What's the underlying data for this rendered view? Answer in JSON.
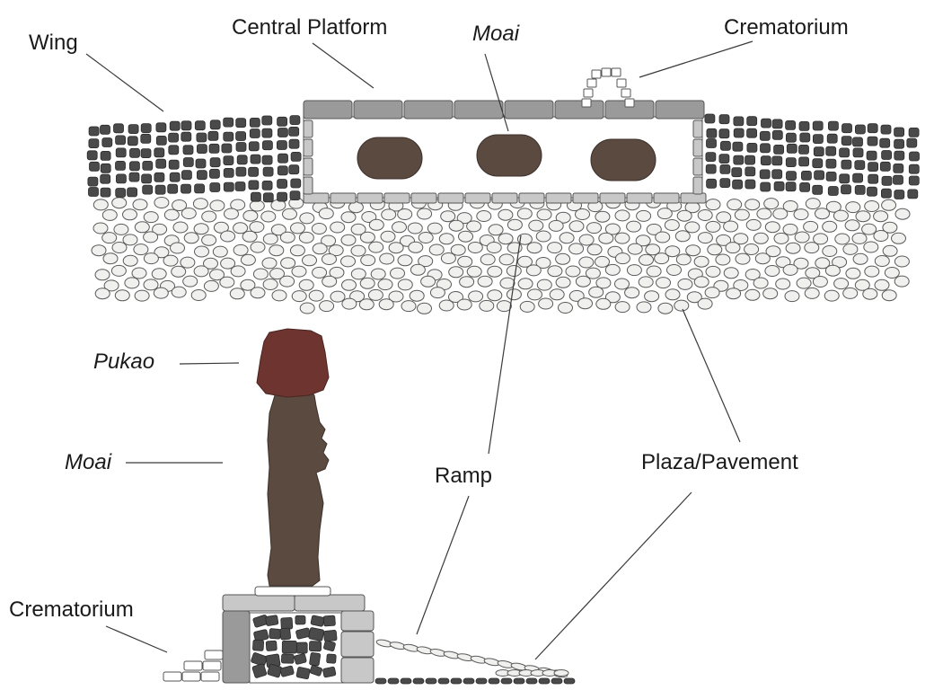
{
  "labels": {
    "wing": "Wing",
    "central_platform": "Central Platform",
    "moai_top": "Moai",
    "crematorium_top": "Crematorium",
    "pukao": "Pukao",
    "moai_side": "Moai",
    "ramp": "Ramp",
    "plaza": "Plaza/Pavement",
    "crematorium_side": "Crematorium"
  },
  "colors": {
    "moai": "#5a4a40",
    "pukao": "#6e3530",
    "wing_stones": "#4a4a4a",
    "plaza_stones": "#f0f0ee",
    "platform_slabs": "#9a9a9a"
  }
}
